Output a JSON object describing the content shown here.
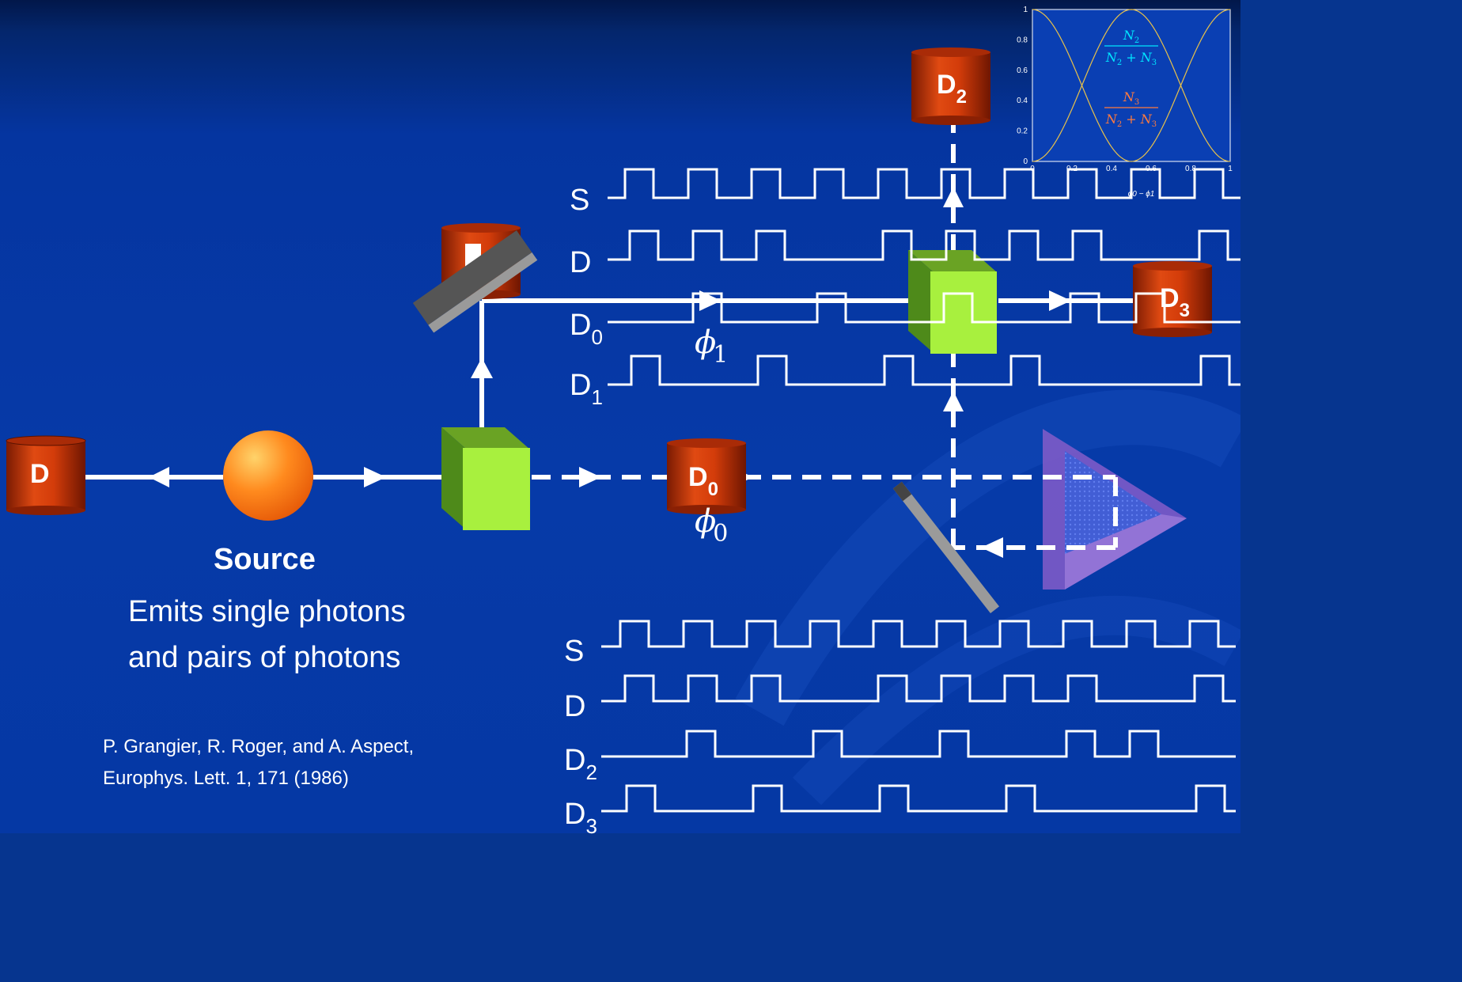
{
  "source": {
    "title": "Source",
    "description_line1": "Emits single photons",
    "description_line2": "and pairs of photons"
  },
  "reference": {
    "line1": "P. Grangier, R. Roger, and A. Aspect,",
    "line2": "Europhys. Lett. 1, 171 (1986)"
  },
  "detectors": {
    "left": {
      "main": "D",
      "sub": ""
    },
    "top_middle": {
      "main": "D",
      "sub": ""
    },
    "d0": {
      "main": "D",
      "sub": "0"
    },
    "d2": {
      "main": "D",
      "sub": "2"
    },
    "d3": {
      "main": "D",
      "sub": "3"
    }
  },
  "phases": {
    "phi1": {
      "symbol": "ϕ",
      "index": "1"
    },
    "phi0": {
      "symbol": "ϕ",
      "index": "0"
    }
  },
  "top_traces": [
    {
      "main": "S",
      "sub": ""
    },
    {
      "main": "D",
      "sub": ""
    },
    {
      "main": "D",
      "sub": "0"
    },
    {
      "main": "D",
      "sub": "1"
    }
  ],
  "bottom_traces": [
    {
      "main": "S",
      "sub": ""
    },
    {
      "main": "D",
      "sub": ""
    },
    {
      "main": "D",
      "sub": "2"
    },
    {
      "main": "D",
      "sub": "3"
    }
  ],
  "chart_data": {
    "type": "line",
    "xlabel": "ϕ0 − ϕ1",
    "ylabel": "",
    "xlim": [
      0,
      1
    ],
    "ylim": [
      0,
      1
    ],
    "xticks": [
      "0",
      "0.2",
      "0.4",
      "0.6",
      "0.8",
      "1"
    ],
    "yticks": [
      "0",
      "0.2",
      "0.4",
      "0.6",
      "0.8",
      "1"
    ],
    "series": [
      {
        "name": "N2 / (N2 + N3)",
        "color": "#00e5ff",
        "x": [
          0,
          0.1,
          0.2,
          0.3,
          0.4,
          0.5,
          0.6,
          0.7,
          0.8,
          0.9,
          1.0
        ],
        "y": [
          0,
          0.1,
          0.35,
          0.65,
          0.9,
          1.0,
          0.9,
          0.65,
          0.35,
          0.1,
          0
        ]
      },
      {
        "name": "N3 / (N2 + N3)",
        "color": "#ff7a3d",
        "x": [
          0,
          0.1,
          0.2,
          0.3,
          0.4,
          0.5,
          0.6,
          0.7,
          0.8,
          0.9,
          1.0
        ],
        "y": [
          1.0,
          0.9,
          0.65,
          0.35,
          0.1,
          0,
          0.1,
          0.35,
          0.65,
          0.9,
          1.0
        ]
      }
    ],
    "curve_color": "#e8c14a",
    "legend": [
      {
        "num": "N",
        "num_sub": "2",
        "den_a": "N",
        "den_a_sub": "2",
        "den_b": "N",
        "den_b_sub": "3",
        "color": "#00e5ff"
      },
      {
        "num": "N",
        "num_sub": "3",
        "den_a": "N",
        "den_a_sub": "2",
        "den_b": "N",
        "den_b_sub": "3",
        "color": "#ff7a3d"
      }
    ]
  },
  "colors": {
    "background": "#0538a4",
    "detector": "#c7350b",
    "beamsplitter": "#a8f03e",
    "mirror": "#555555",
    "prism": "#8a6fd0",
    "beam": "#ffffff"
  }
}
